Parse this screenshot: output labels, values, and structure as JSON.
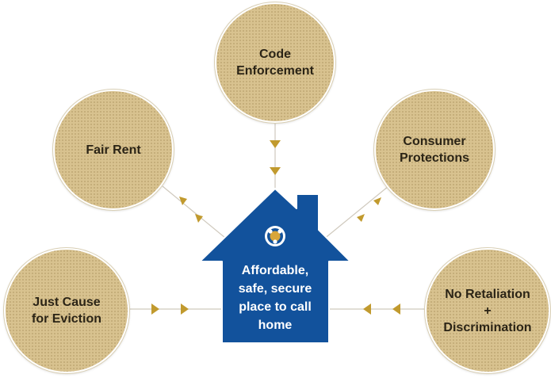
{
  "diagram": {
    "center": {
      "label": "Affordable,\nsafe, secure\nplace to call\nhome",
      "icon": "people-circle-icon",
      "color": "#12529c"
    },
    "nodes": [
      {
        "id": "code",
        "label": "Code\nEnforcement"
      },
      {
        "id": "fair",
        "label": "Fair Rent"
      },
      {
        "id": "consumer",
        "label": "Consumer\nProtections"
      },
      {
        "id": "cause",
        "label": "Just Cause\nfor Eviction"
      },
      {
        "id": "retaliation",
        "label": "No Retaliation\n+\nDiscrimination"
      }
    ],
    "colors": {
      "node_fill": "#d8c28f",
      "arrow": "#c19a2e",
      "connector": "#cfc9bd"
    }
  }
}
